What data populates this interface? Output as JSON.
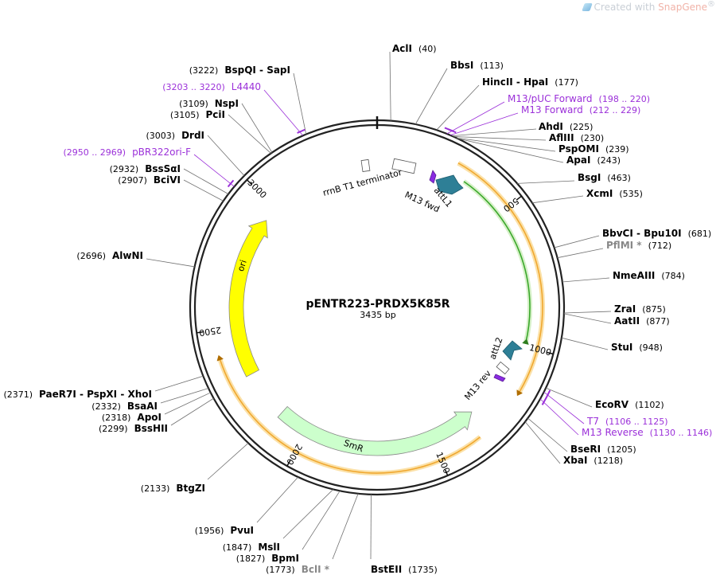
{
  "watermark": {
    "prefix": "Created with ",
    "brand": "SnapGene",
    "reg": "®"
  },
  "plasmid": {
    "name": "pENTR223-PRDX5K85R",
    "length_label": "3435 bp",
    "length": 3435
  },
  "ticks": [
    {
      "pos": 500,
      "label": "500"
    },
    {
      "pos": 1000,
      "label": "1000"
    },
    {
      "pos": 1500,
      "label": "1500"
    },
    {
      "pos": 2000,
      "label": "2000"
    },
    {
      "pos": 2500,
      "label": "2500"
    },
    {
      "pos": 3000,
      "label": "3000"
    }
  ],
  "sites": [
    {
      "name": "AclI",
      "pos": 40,
      "pos_label": "(40)",
      "side": "right"
    },
    {
      "name": "BbsI",
      "pos": 113,
      "pos_label": "(113)",
      "side": "right"
    },
    {
      "name": "HincII  -  HpaI",
      "pos": 177,
      "pos_label": "(177)",
      "side": "right"
    },
    {
      "name": "AhdI",
      "pos": 225,
      "pos_label": "(225)",
      "side": "right"
    },
    {
      "name": "AflIII",
      "pos": 230,
      "pos_label": "(230)",
      "side": "right"
    },
    {
      "name": "PspOMI",
      "pos": 239,
      "pos_label": "(239)",
      "side": "right"
    },
    {
      "name": "ApaI",
      "pos": 243,
      "pos_label": "(243)",
      "side": "right"
    },
    {
      "name": "BsgI",
      "pos": 463,
      "pos_label": "(463)",
      "side": "right"
    },
    {
      "name": "XcmI",
      "pos": 535,
      "pos_label": "(535)",
      "side": "right"
    },
    {
      "name": "BbvCI  -  Bpu10I",
      "pos": 681,
      "pos_label": "(681)",
      "side": "right"
    },
    {
      "name": "PflMI *",
      "pos": 712,
      "pos_label": "(712)",
      "side": "right",
      "grey": true
    },
    {
      "name": "NmeAIII",
      "pos": 784,
      "pos_label": "(784)",
      "side": "right"
    },
    {
      "name": "ZraI",
      "pos": 875,
      "pos_label": "(875)",
      "side": "right"
    },
    {
      "name": "AatII",
      "pos": 877,
      "pos_label": "(877)",
      "side": "right"
    },
    {
      "name": "StuI",
      "pos": 948,
      "pos_label": "(948)",
      "side": "right"
    },
    {
      "name": "EcoRV",
      "pos": 1102,
      "pos_label": "(1102)",
      "side": "right"
    },
    {
      "name": "BseRI",
      "pos": 1205,
      "pos_label": "(1205)",
      "side": "right"
    },
    {
      "name": "XbaI",
      "pos": 1218,
      "pos_label": "(1218)",
      "side": "right"
    },
    {
      "name": "BstEII",
      "pos": 1735,
      "pos_label": "(1735)",
      "side": "right"
    },
    {
      "name": "BclI *",
      "pos": 1773,
      "pos_label": "(1773)",
      "side": "left",
      "grey": true
    },
    {
      "name": "BpmI",
      "pos": 1827,
      "pos_label": "(1827)",
      "side": "left"
    },
    {
      "name": "MslI",
      "pos": 1847,
      "pos_label": "(1847)",
      "side": "left"
    },
    {
      "name": "PvuI",
      "pos": 1956,
      "pos_label": "(1956)",
      "side": "left"
    },
    {
      "name": "BtgZI",
      "pos": 2133,
      "pos_label": "(2133)",
      "side": "left"
    },
    {
      "name": "BssHII",
      "pos": 2299,
      "pos_label": "(2299)",
      "side": "left"
    },
    {
      "name": "ApoI",
      "pos": 2318,
      "pos_label": "(2318)",
      "side": "left"
    },
    {
      "name": "BsaAI",
      "pos": 2332,
      "pos_label": "(2332)",
      "side": "left"
    },
    {
      "name": "PaeR7I  -  PspXI  -  XhoI",
      "pos": 2371,
      "pos_label": "(2371)",
      "side": "left"
    },
    {
      "name": "AlwNI",
      "pos": 2696,
      "pos_label": "(2696)",
      "side": "left"
    },
    {
      "name": "BciVI",
      "pos": 2907,
      "pos_label": "(2907)",
      "side": "left"
    },
    {
      "name": "BssSαI",
      "pos": 2932,
      "pos_label": "(2932)",
      "side": "left"
    },
    {
      "name": "DrdI",
      "pos": 3003,
      "pos_label": "(3003)",
      "side": "left"
    },
    {
      "name": "PciI",
      "pos": 3105,
      "pos_label": "(3105)",
      "side": "left"
    },
    {
      "name": "NspI",
      "pos": 3109,
      "pos_label": "(3109)",
      "side": "left"
    },
    {
      "name": "BspQI  -  SapI",
      "pos": 3222,
      "pos_label": "(3222)",
      "side": "left"
    }
  ],
  "primers": [
    {
      "name": "M13/pUC Forward",
      "range_label": "(198 .. 220)",
      "pos": 209,
      "side": "right"
    },
    {
      "name": "M13 Forward",
      "range_label": "(212 .. 229)",
      "pos": 220,
      "side": "right"
    },
    {
      "name": "T7",
      "range_label": "(1106 .. 1125)",
      "pos": 1115,
      "side": "right"
    },
    {
      "name": "M13 Reverse",
      "range_label": "(1130 .. 1146)",
      "pos": 1138,
      "side": "right"
    },
    {
      "name": "pBR322ori-F",
      "range_label": "(2950 .. 2969)",
      "pos": 2960,
      "side": "left"
    },
    {
      "name": "L4440",
      "range_label": "(3203 .. 3220)",
      "pos": 3212,
      "side": "left"
    }
  ],
  "features": [
    {
      "name": "ori",
      "start": 2310,
      "end": 2940,
      "dir": "cw",
      "color": "#ffff00"
    },
    {
      "name": "SmR",
      "start": 1315,
      "end": 2120,
      "dir": "ccw",
      "color": "#ccffcc"
    },
    {
      "name": "attL1",
      "label": "attL1",
      "color": "#2e7f96"
    },
    {
      "name": "attL2",
      "label": "attL2",
      "color": "#2e7f96"
    },
    {
      "name": "M13 fwd",
      "label": "M13 fwd",
      "color": "#8a2be2"
    },
    {
      "name": "M13 rev",
      "label": "M13 rev",
      "color": "#8a2be2"
    },
    {
      "name": "rrnB T1 terminator",
      "label": "rrnB T1 terminator",
      "color": "#ffffff"
    }
  ],
  "orf_arcs": {
    "outer_color": "#f0a830",
    "inner_color": "#3aa82b"
  }
}
